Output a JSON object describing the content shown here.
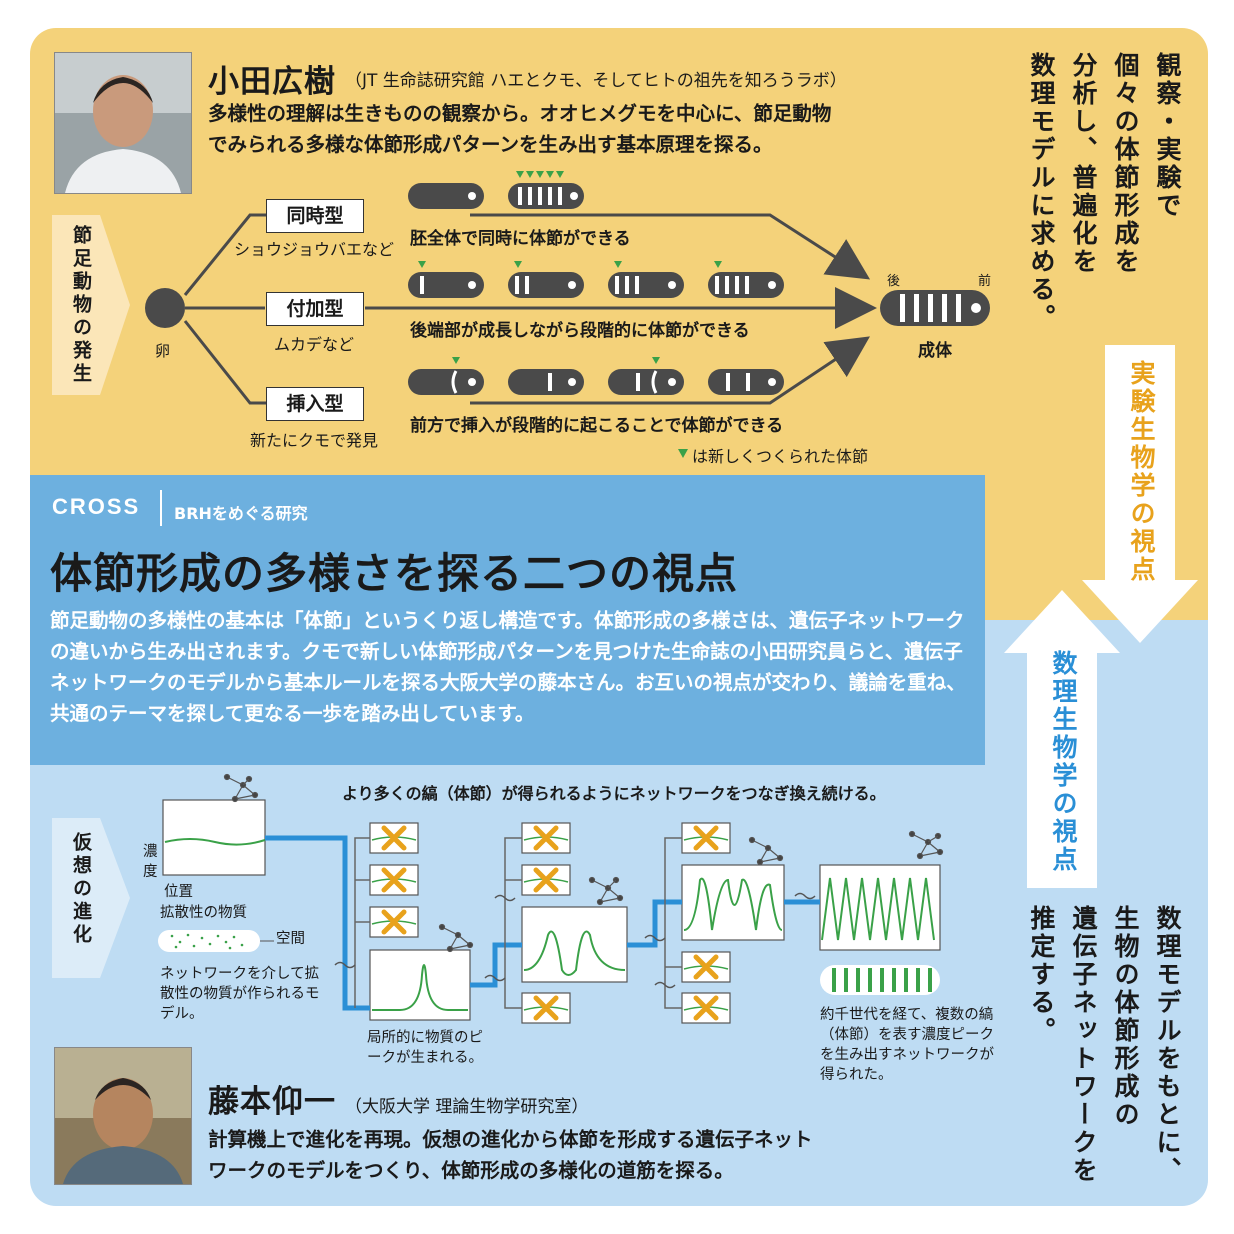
{
  "colors": {
    "yellow": "#f4d27a",
    "blue_light": "#bedcf3",
    "blue_band": "#6db0df",
    "blue_line": "#2a8fd6",
    "orange": "#e8a21c",
    "green": "#3aa148",
    "gray": "#4a4a4a"
  },
  "oda": {
    "name": "小田広樹",
    "affiliation": "（JT 生命誌研究館 ハエとクモ、そしてヒトの祖先を知ろうラボ）",
    "desc1": "多様性の理解は生きものの観察から。オオヒメグモを中心に、節足動物",
    "desc2": "でみられる多様な体節形成パターンを生み出す基本原理を探る。"
  },
  "top_side_label": "節足動物の発生",
  "egg_label": "卵",
  "adult_label": "成体",
  "back_label": "後",
  "front_label": "前",
  "types": [
    {
      "name": "同時型",
      "example": "ショウジョウバエなど",
      "desc": "胚全体で同時に体節ができる"
    },
    {
      "name": "付加型",
      "example": "ムカデなど",
      "desc": "後端部が成長しながら段階的に体節ができる"
    },
    {
      "name": "挿入型",
      "example": "新たにクモで発見",
      "desc": "前方で挿入が段階的に起こることで体節ができる"
    }
  ],
  "legend": "は新しくつくられた体節",
  "top_right_vertical": [
    "観察・実験で",
    "個々の体節形成を",
    "分析し、普遍化を",
    "数理モデルに求める。"
  ],
  "experimental_view": "実験生物学の視点",
  "math_view": "数理生物学の視点",
  "cross": {
    "label": "CROSS",
    "sub": "BRHをめぐる研究",
    "title": "体節形成の多様さを探る二つの視点",
    "body": "節足動物の多様性の基本は「体節」というくり返し構造です。体節形成の多様さは、遺伝子ネットワークの違いから生み出されます。クモで新しい体節形成パターンを見つけた生命誌の小田研究員らと、遺伝子ネットワークのモデルから基本ルールを探る大阪大学の藤本さん。お互いの視点が交わり、議論を重ね、共通のテーマを探して更なる一歩を踏み出しています。"
  },
  "bottom_side_label": "仮想の進化",
  "evo": {
    "top_caption": "より多くの縞（体節）が得られるようにネットワークをつなぎ換え続ける。",
    "conc_label": "濃度",
    "pos_label": "位置",
    "diffuse_label": "拡散性の物質",
    "space_label": "空間",
    "model_note": "ネットワークを介して拡散性の物質が作られるモデル。",
    "peak_note": "局所的に物質のピークが生まれる。",
    "final_note": "約千世代を経て、複数の縞（体節）を表す濃度ピークを生み出すネットワークが得られた。"
  },
  "fujimoto": {
    "name": "藤本仰一",
    "affiliation": "（大阪大学 理論生物学研究室）",
    "desc1": "計算機上で進化を再現。仮想の進化から体節を形成する遺伝子ネット",
    "desc2": "ワークのモデルをつくり、体節形成の多様化の道筋を探る。"
  },
  "bottom_right_vertical": [
    "数理モデルをもとに、",
    "生物の体節形成の",
    "遺伝子ネットワークを",
    "推定する。"
  ]
}
